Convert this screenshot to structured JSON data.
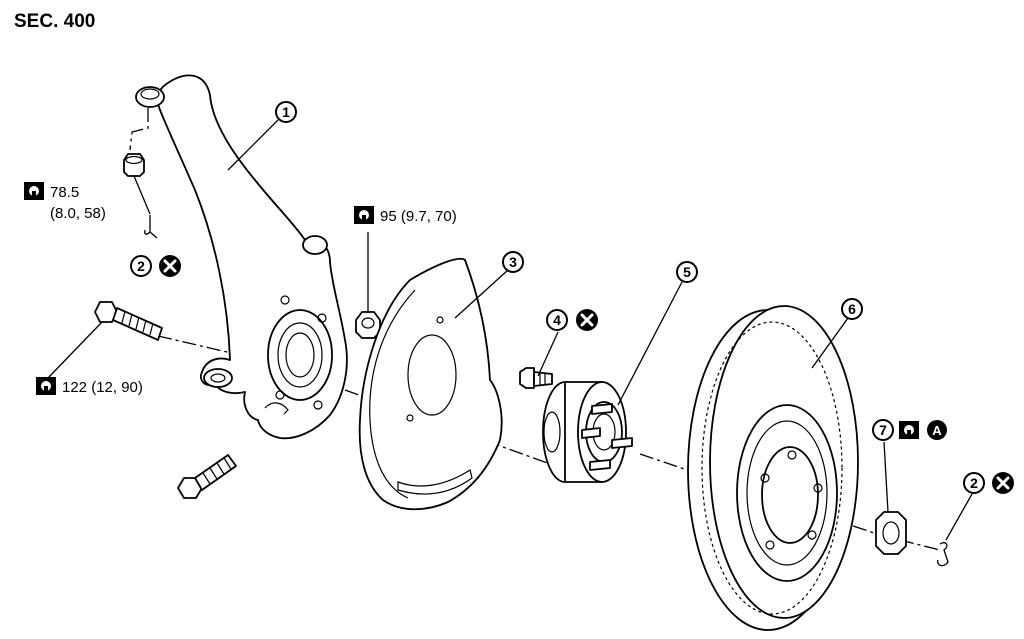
{
  "section": "SEC. 400",
  "callouts": {
    "c1": "1",
    "c2a": "2",
    "c2b": "2",
    "c3": "3",
    "c4": "4",
    "c5": "5",
    "c6": "6",
    "c7": "7",
    "a_mark": "A"
  },
  "torques": {
    "ball_joint_nut_1": "78.5",
    "ball_joint_nut_2": "(8.0, 58)",
    "strut_nut": "95 (9.7, 70)",
    "knuckle_bolt": "122 (12, 90)"
  },
  "icons": {
    "torque": "torque-wrench-icon",
    "discard": "do-not-reuse-icon"
  }
}
